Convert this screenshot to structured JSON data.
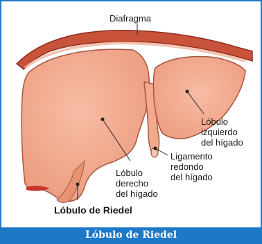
{
  "diagram": {
    "labels": {
      "diaphragm": "Diafragma",
      "left_lobe": "Lóbulo\nizquierdo\ndel hígado",
      "round_ligament": "Ligamento\nredondo\ndel hígado",
      "right_lobe": "Lóbulo\nderecho\ndel hígado",
      "riedel_lobe": "Lóbulo de Riedel"
    },
    "caption": "Lóbulo de Riedel"
  },
  "colors": {
    "frame": "#1d78c6",
    "liver_fill": "#f2a98d",
    "liver_outline": "#a8553f",
    "diaphragm": "#b3442e",
    "accent_red": "#c8352a"
  }
}
